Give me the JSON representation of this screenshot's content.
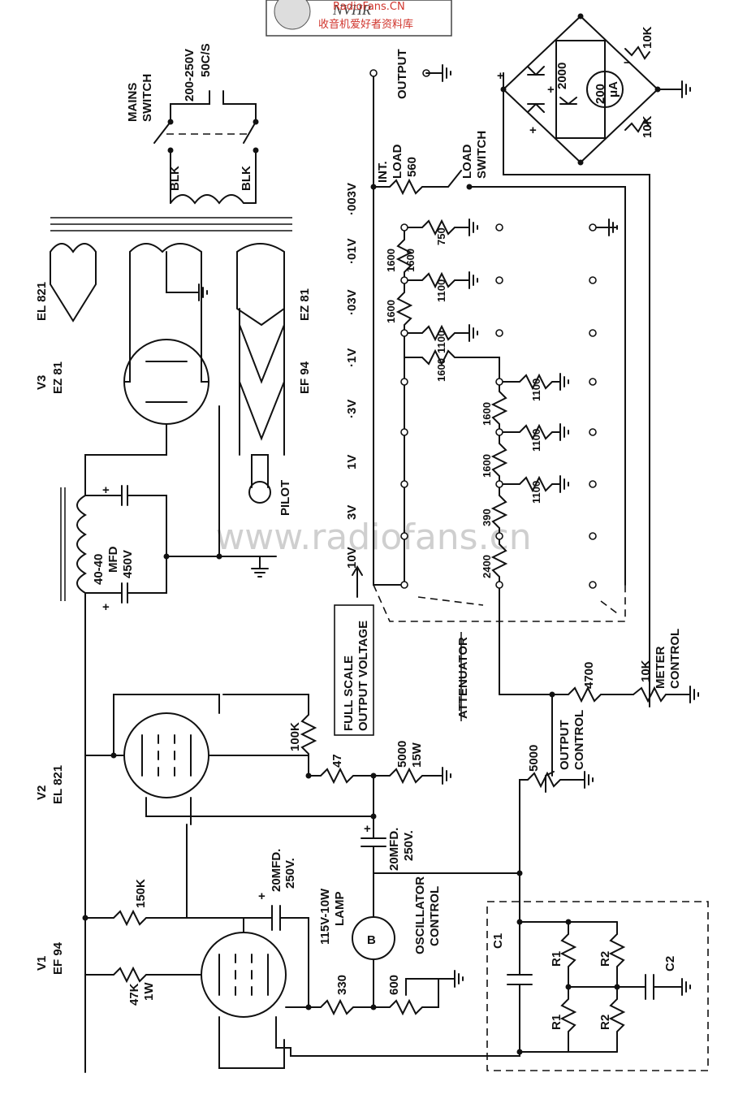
{
  "watermark": {
    "site": "www.radiofans.cn",
    "brand": "NVHR",
    "caption": "收音机爱好者资料库",
    "link": "RadioFans.CN"
  },
  "tubes": {
    "v1": {
      "ref": "V1",
      "type": "EF 94"
    },
    "v2": {
      "ref": "V2",
      "type": "EL 821"
    },
    "v3": {
      "ref": "V3",
      "type": "EZ 81"
    }
  },
  "heaters": [
    "EL 821",
    "EZ 81",
    "EF 94"
  ],
  "power": {
    "mains_switch": [
      "MAINS",
      "SWITCH"
    ],
    "supply": [
      "200-250V",
      "50C/S"
    ],
    "lead_left": "BLK",
    "lead_right": "BLK",
    "filter_cap": [
      "40-40",
      "MFD",
      "450V"
    ],
    "pilot": "PILOT",
    "plus": "+"
  },
  "components": {
    "r150k": "150K",
    "r47k": [
      "47K",
      "1W"
    ],
    "r100k": "100K",
    "r47": "47",
    "r5000": [
      "5000",
      "15W"
    ],
    "c20a": [
      "20MFD.",
      "250V."
    ],
    "c20b": [
      "20MFD.",
      "250V."
    ],
    "lamp": [
      "115V-10W",
      "LAMP"
    ],
    "lamp_letter": "B",
    "r330": "330",
    "r600": "600",
    "osc_control": [
      "OSCILLATOR",
      "CONTROL"
    ],
    "c1": "C1",
    "c2": "C2",
    "r1": "R1",
    "r2": "R2"
  },
  "output_section": {
    "output_control_pot": "5000",
    "output_control": [
      "OUTPUT",
      "CONTROL"
    ],
    "r4700": "4700",
    "meter_pot": "10K",
    "meter_control": [
      "METER",
      "CONTROL"
    ],
    "attenuator": "ATTENUATOR",
    "full_scale": [
      "FULL SCALE",
      "OUTPUT VOLTAGE"
    ],
    "ranges": [
      "10V",
      "3V",
      "1V",
      "·3V",
      "·1V",
      "·03V",
      "·01V",
      "·003V"
    ],
    "ladder_lower": [
      "2400",
      "390",
      "1600",
      "1600",
      "1600"
    ],
    "shunts_lower": [
      "1100",
      "1100",
      "1100"
    ],
    "ladder_upper": [
      "1600",
      "1600",
      "1600"
    ],
    "shunts_upper": [
      "1100",
      "1100",
      "750"
    ],
    "int_load": [
      "INT.",
      "LOAD",
      "560"
    ],
    "load_switch": [
      "LOAD",
      "SWITCH"
    ],
    "output": "OUTPUT"
  },
  "meter": {
    "r2000": "2000",
    "movement": [
      "200",
      "μA"
    ],
    "r10k_a": "10K",
    "r10k_b": "10K",
    "minus": "−"
  }
}
